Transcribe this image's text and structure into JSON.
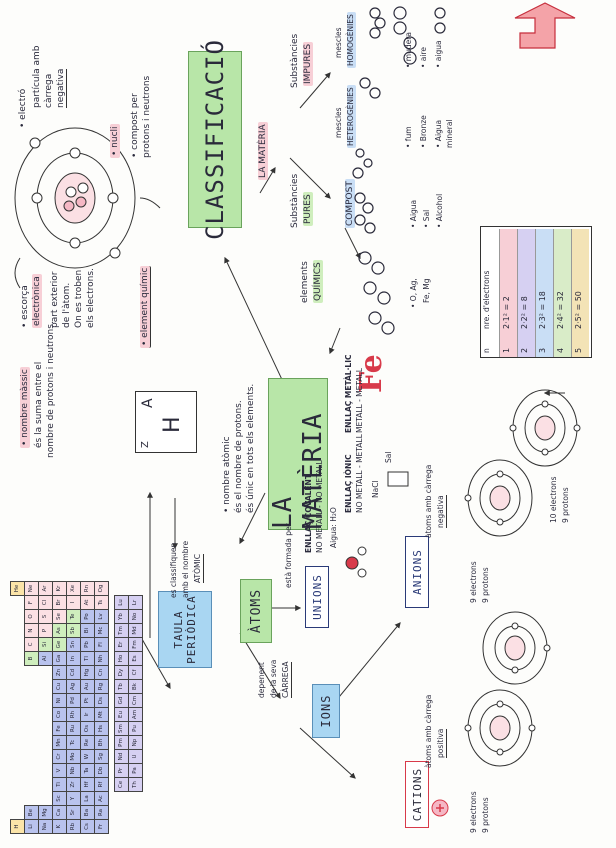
{
  "colors": {
    "green": "#b8e6a8",
    "blue": "#a9d6f2",
    "pink": "#f5b7c4",
    "red": "#d83a4a",
    "navy": "#2a3a78",
    "periodic_fill": "#b9c3ee"
  },
  "nodes": {
    "materia": "LA MATÈRIA",
    "classificacio": "CLASSIFICACIÓ",
    "atoms": "ÀTOMS",
    "ions": "IONS",
    "unions": "UNIONS",
    "taula": [
      "TAULA",
      "PERIÒDICA"
    ],
    "cations": "CATIONS",
    "anions": "ANIONS",
    "fe": "Fe"
  },
  "materia_notes": [
    "• nombre atòmic",
    "és el nombre de protons.",
    "és únic en tots els elements."
  ],
  "classif": {
    "la_materia": "LA MATÈRIA",
    "subs_impures_pre": "Substàncies",
    "subs_impures": "IMPURES",
    "mescles_homo_pre": "mescles",
    "mescles_homo": "HOMOGÈNIES",
    "mescles_het_pre": "mescles",
    "mescles_het": "HETEROGÈNIES",
    "subs_pures_pre": "Substàncies",
    "subs_pures": "PURES",
    "compost": "COMPOST",
    "elements": [
      "elements",
      "QUÍMICS"
    ],
    "het_examples": [
      "• fum",
      "• Bronze",
      "• Aigua",
      "mineral"
    ],
    "homo_examples": [
      "• mudera",
      "• aire",
      "• aigua"
    ],
    "compost_examples": [
      "• Aigua",
      "• Sal",
      "• Alcohol"
    ],
    "element_examples": [
      "• O, Ag,",
      "Fe, Mg"
    ]
  },
  "atom_labels": {
    "electro": "• electró",
    "electro_desc": [
      "partícula amb",
      "càrrega",
      "negativa"
    ],
    "nucli": "• nucli",
    "nucli_desc": [
      "• compost per",
      "protons i neutrons"
    ],
    "escorca": [
      "• escorça",
      "electrònica"
    ],
    "escorca_desc": [
      "part exterior",
      "de l'àtom.",
      "On es troben",
      "els electrons."
    ],
    "element_quimic": "• element químic",
    "nombre_massic": "• nombre màssic",
    "nombre_massic_desc": [
      "és la suma entre el",
      "nombre de protons i neutrons."
    ],
    "symbol_A": "A",
    "symbol_H": "H",
    "symbol_Z": "Z"
  },
  "taula_notes": [
    "es classifiquen",
    "amb el nombre",
    "ATÒMIC"
  ],
  "atoms_note": "està formada per",
  "ions_note": [
    "depenent",
    "de la seva",
    "CÀRREGA"
  ],
  "unions": {
    "ionic": [
      "ENLLAÇ IÒNIC",
      "NO METALL - METALL"
    ],
    "covalent": [
      "ENLLAÇ COVALENT",
      "NO METALL - NO METALL"
    ],
    "metallic": [
      "ENLLAÇ METÀL·LIC",
      "METALL - METALL"
    ],
    "aigua": "Aigua: H₂O",
    "nacl": "NaCl",
    "sal": "Sal"
  },
  "cations_desc": [
    "àtoms amb càrrega",
    "positiva"
  ],
  "anions_desc": [
    "àtoms amb càrrega",
    "negativa"
  ],
  "ion_counts": {
    "cation_a": [
      "9 electrons",
      "9 protons"
    ],
    "anion_a": [
      "9 electrons",
      "9 protons"
    ],
    "anion_b": [
      "9 electrons",
      "9 protons"
    ],
    "atom_c": [
      "10 electrons",
      "9 protons"
    ]
  },
  "electron_table": {
    "headers": [
      "n",
      "nre. d'electrons"
    ],
    "rows": [
      [
        "1",
        "2·1² = 2"
      ],
      [
        "2",
        "2·2² = 8"
      ],
      [
        "3",
        "2·3² = 18"
      ],
      [
        "4",
        "2·4² = 32"
      ],
      [
        "5",
        "2·5² = 50"
      ]
    ]
  },
  "periodic": {
    "rows": [
      [
        "H",
        "",
        "",
        "",
        "",
        "",
        "",
        "",
        "",
        "",
        "",
        "",
        "",
        "",
        "",
        "",
        "",
        "He"
      ],
      [
        "Li",
        "Be",
        "",
        "",
        "",
        "",
        "",
        "",
        "",
        "",
        "",
        "",
        "B",
        "C",
        "N",
        "O",
        "F",
        "Ne"
      ],
      [
        "Na",
        "Mg",
        "",
        "",
        "",
        "",
        "",
        "",
        "",
        "",
        "",
        "",
        "Al",
        "Si",
        "P",
        "S",
        "Cl",
        "Ar"
      ],
      [
        "K",
        "Ca",
        "Sc",
        "Ti",
        "V",
        "Cr",
        "Mn",
        "Fe",
        "Co",
        "Ni",
        "Cu",
        "Zn",
        "Ga",
        "Ge",
        "As",
        "Se",
        "Br",
        "Kr"
      ],
      [
        "Rb",
        "Sr",
        "Y",
        "Zr",
        "Nb",
        "Mo",
        "Tc",
        "Ru",
        "Rh",
        "Pd",
        "Ag",
        "Cd",
        "In",
        "Sn",
        "Sb",
        "Te",
        "I",
        "Xe"
      ],
      [
        "Cs",
        "Ba",
        "La",
        "Hf",
        "Ta",
        "W",
        "Re",
        "Os",
        "Ir",
        "Pt",
        "Au",
        "Hg",
        "Tl",
        "Pb",
        "Bi",
        "Po",
        "At",
        "Rn"
      ],
      [
        "Fr",
        "Ra",
        "Ac",
        "Rf",
        "Db",
        "Sg",
        "Bh",
        "Hs",
        "Mt",
        "Ds",
        "Rg",
        "Cn",
        "Nh",
        "Fl",
        "Mc",
        "Lv",
        "Ts",
        "Og"
      ]
    ],
    "lanthanides": [
      "Ce",
      "Pr",
      "Nd",
      "Pm",
      "Sm",
      "Eu",
      "Gd",
      "Tb",
      "Dy",
      "Ho",
      "Er",
      "Tm",
      "Yb",
      "Lu"
    ],
    "actinides": [
      "Th",
      "Pa",
      "U",
      "Np",
      "Pu",
      "Am",
      "Cm",
      "Bk",
      "Cf",
      "Es",
      "Fm",
      "Md",
      "No",
      "Lr"
    ]
  }
}
